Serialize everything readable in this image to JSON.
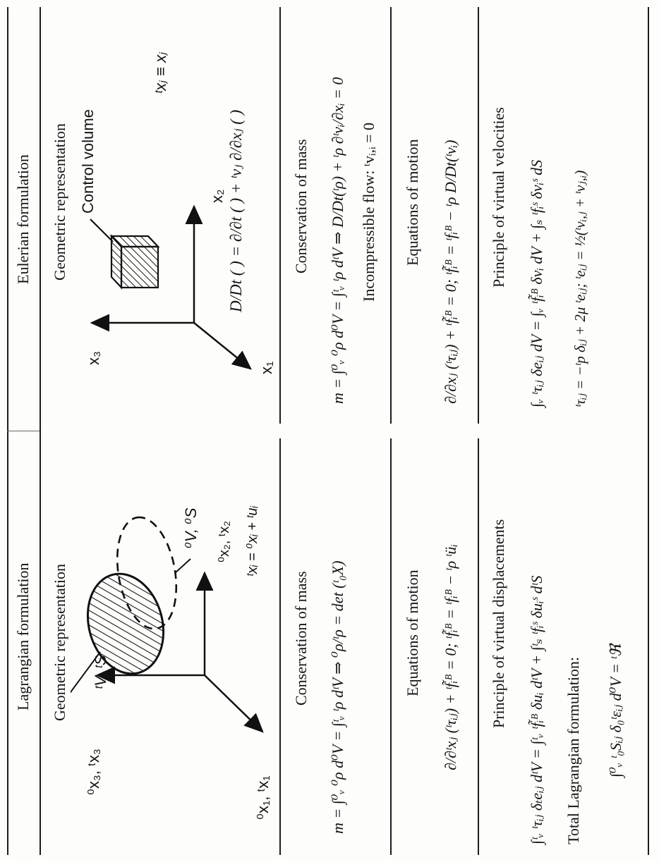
{
  "columns": {
    "lagrangian": "Lagrangian formulation",
    "eulerian": "Eulerian formulation"
  },
  "geometric": {
    "title_left": "Geometric representation",
    "title_right": "Geometric representation",
    "left_labels": {
      "axis3": "⁰x₃, ᵗx₃",
      "axis2": "⁰x₂, ᵗx₂",
      "axis1": "⁰x₁, ᵗx₁",
      "current_body": "ᵗV, ᵗS",
      "initial_body": "⁰V, ⁰S",
      "mapping": "ᵗxᵢ = ⁰xᵢ + ᵗuᵢ"
    },
    "right_labels": {
      "axis3": "x₃",
      "axis2": "x₂",
      "axis1": "x₁",
      "control_volume": "Control volume",
      "identity": "ᵗxⱼ ≡ xⱼ",
      "material_derivative": "D/Dt ( ) = ∂/∂t ( ) + ᵗvⱼ ∂/∂xⱼ ( )"
    }
  },
  "mass": {
    "title_left": "Conservation of mass",
    "title_right": "Conservation of mass",
    "eq_left": "m = ∫⁰ᵥ ⁰ρ d⁰V = ∫ᵗᵥ ᵗρ dᵗV ⇒ ⁰ρ/ᵗρ = det (ᵗ₀X)",
    "eq_right": "m = ∫⁰ᵥ ⁰ρ d⁰V = ∫ᵗᵥ ᵗρ dᵗV ⇒ D/Dt(ᵗρ) + ᵗρ ∂ᵗvᵢ/∂xᵢ = 0",
    "incompressible": "Incompressible flow: ᵗvᵢ,ᵢ = 0"
  },
  "motion": {
    "title_left": "Equations of motion",
    "title_right": "Equations of motion",
    "eq_left": "∂/∂ᵗxⱼ (ᵗτᵢⱼ) + ᵗf̃ᵢᴮ = 0;   ᵗf̃ᵢᴮ = ᵗfᵢᴮ − ᵗρ ᵗüᵢ",
    "eq_right": "∂/∂xⱼ (ᵗτᵢⱼ) + ᵗf̃ᵢᴮ = 0;   ᵗf̃ᵢᴮ = ᵗfᵢᴮ − ᵗρ D/Dt(ᵗvᵢ)"
  },
  "virtual": {
    "title_left": "Principle of virtual displacements",
    "title_right": "Principle of virtual velocities",
    "eq_left": "∫ᵗᵥ ᵗτᵢⱼ δₜeᵢⱼ dᵗV = ∫ᵗᵥ ᵗf̃ᵢᴮ δuᵢ dᵗV + ∫ᵗₛ ᵗfᵢˢ δuᵢˢ dᵗS",
    "eq_right": "∫ᵥ ᵗτᵢⱼ δeᵢⱼ dV = ∫ᵥ ᵗf̃ᵢᴮ δvᵢ dV + ∫ₛ ᵗfᵢˢ δvᵢˢ dS",
    "total_label": "Total Lagrangian formulation:",
    "total_eq": "∫⁰ᵥ ᵗ₀Sᵢⱼ δ₀ᵗεᵢⱼ d⁰V = ᵗℜ",
    "constitutive": "ᵗτᵢⱼ = −ᵗp δᵢⱼ + 2μ ᵗeᵢⱼ;   ᵗeᵢⱼ = ½(ᵗvᵢ,ⱼ + ᵗvⱼ,ᵢ)"
  }
}
